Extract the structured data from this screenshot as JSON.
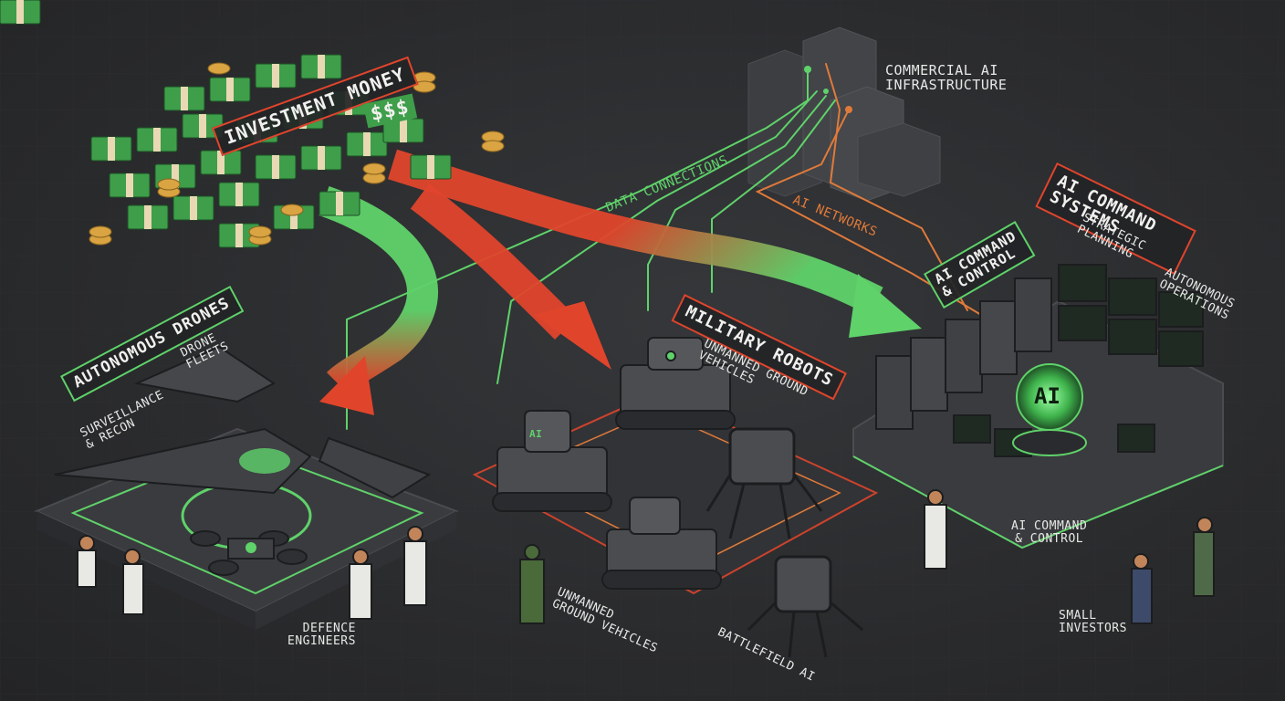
{
  "labels": {
    "investment_money": "INVESTMENT MONEY",
    "dollar_sign": "$$$",
    "commercial_ai": "COMMERCIAL AI\nINFRASTRUCTURE",
    "data_connections": "DATA CONNECTIONS",
    "ai_networks": "AI NETWORKS",
    "ai_command_systems": "AI COMMAND SYSTEMS",
    "strategic_planning": "STRATEGIC\nPLANNING",
    "autonomous_operations": "AUTONOMOUS\nOPERATIONS",
    "ai_command_control_panel": "AI COMMAND\n& CONTROL",
    "ai_core": "AI",
    "ai_command_control_floor": "AI COMMAND\n& CONTROL",
    "small_investors": "SMALL\nINVESTORS",
    "autonomous_drones": "AUTONOMOUS DRONES",
    "drone_fleets": "DRONE\nFLEETS",
    "surveillance_recon": "SURVEILLANCE\n& RECON",
    "defence_engineers": "DEFENCE\nENGINEERS",
    "military_robots": "MILITARY ROBOTS",
    "ugv_top": "UNMANNED GROUND\nVEHICLES",
    "ugv_bottom": "UNMANNED\nGROUND VEHICLES",
    "battlefield_ai": "BATTLEFIELD AI",
    "robot_tag": "AI"
  },
  "colors": {
    "background": "#2b2c2e",
    "accent_green": "#5fd26a",
    "accent_red": "#e0452c",
    "accent_orange": "#e07a3a",
    "platform": "#3a3b3e",
    "money_green": "#3e9e4a",
    "coin": "#d9a441"
  },
  "icons": [
    "money-stack-icon",
    "coin-icon",
    "skyscraper-icon",
    "server-rack-icon",
    "ai-core-icon",
    "drone-icon",
    "fighter-jet-icon",
    "tank-robot-icon",
    "spider-robot-icon",
    "person-icon",
    "monitor-icon"
  ]
}
